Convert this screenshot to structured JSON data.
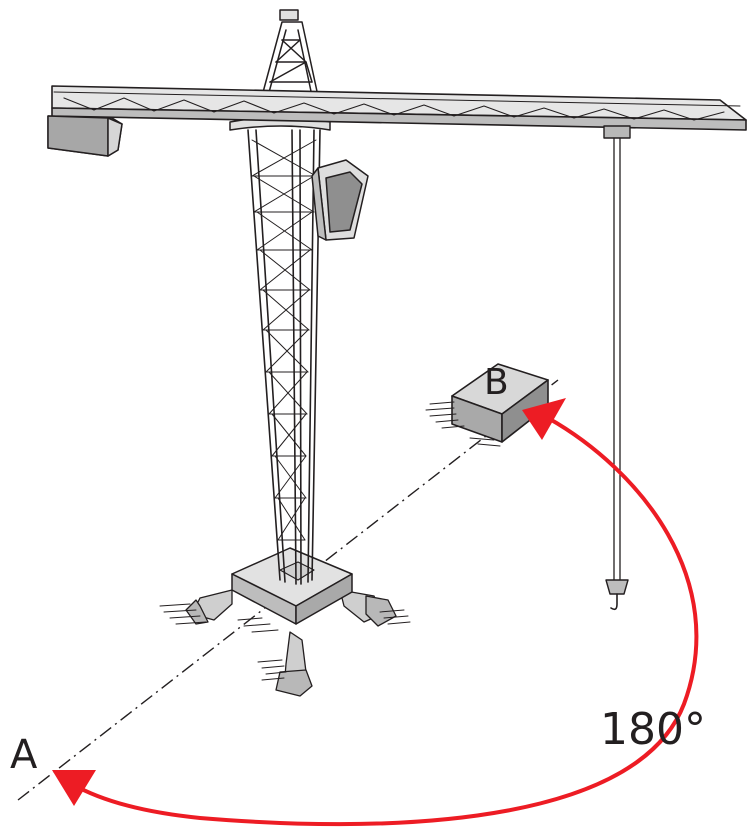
{
  "diagram": {
    "point_a_label": "A",
    "point_b_label": "B",
    "rotation_label": "180°"
  },
  "colors": {
    "ink": "#231f20",
    "steel": "#d4d4d4",
    "steel_dark": "#9e9e9e",
    "arrow": "#ed1c24"
  },
  "icons": {
    "crane": "tower-crane-illustration",
    "load": "load-block-icon",
    "hook": "crane-hook-icon"
  }
}
